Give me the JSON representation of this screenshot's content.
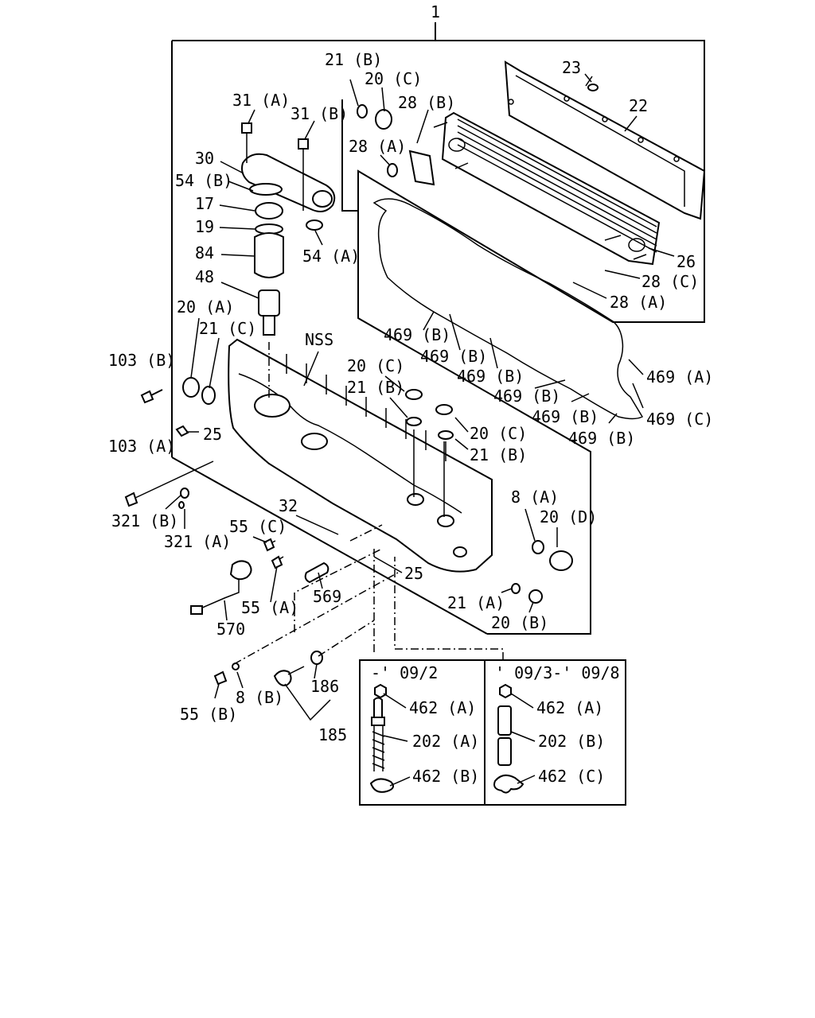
{
  "assembly_number": "1",
  "inset_left_header": "-' 09/2",
  "inset_right_header": "' 09/3-' 09/8",
  "labels": {
    "l23": "23",
    "l22": "22",
    "l21b_top": "21 (B)",
    "l20c_top": "20 (C)",
    "l28b": "28 (B)",
    "l28a_top": "28 (A)",
    "l31a": "31 (A)",
    "l31b": "31 (B)",
    "l30": "30",
    "l54b": "54 (B)",
    "l17": "17",
    "l19": "19",
    "l84": "84",
    "l54a": "54 (A)",
    "l48": "48",
    "l26": "26",
    "l28c": "28 (C)",
    "l28a_right": "28 (A)",
    "l469b_1": "469 (B)",
    "l469b_2": "469 (B)",
    "l469b_3": "469 (B)",
    "l469b_4": "469 (B)",
    "l469b_5": "469 (B)",
    "l469b_6": "469 (B)",
    "l469a": "469 (A)",
    "l469c": "469 (C)",
    "l20a": "20 (A)",
    "l21c": "21 (C)",
    "lnss": "NSS",
    "l103b": "103 (B)",
    "l20c_mid": "20 (C)",
    "l21b_mid": "21 (B)",
    "l20c_mid2": "20 (C)",
    "l21b_mid2": "21 (B)",
    "l25_top": "25",
    "l103a": "103 (A)",
    "l321b": "321 (B)",
    "l321a": "321 (A)",
    "l32": "32",
    "l55c": "55 (C)",
    "l8a": "8 (A)",
    "l20d": "20 (D)",
    "l25_mid": "25",
    "l569": "569",
    "l55a": "55 (A)",
    "l570": "570",
    "l21a": "21 (A)",
    "l20b": "20 (B)",
    "l55b": "55 (B)",
    "l8b": "8 (B)",
    "l186": "186",
    "l185": "185",
    "l462a_left": "462 (A)",
    "l202a": "202 (A)",
    "l462b": "462 (B)",
    "l462a_right": "462 (A)",
    "l202b": "202 (B)",
    "l462c": "462 (C)"
  }
}
